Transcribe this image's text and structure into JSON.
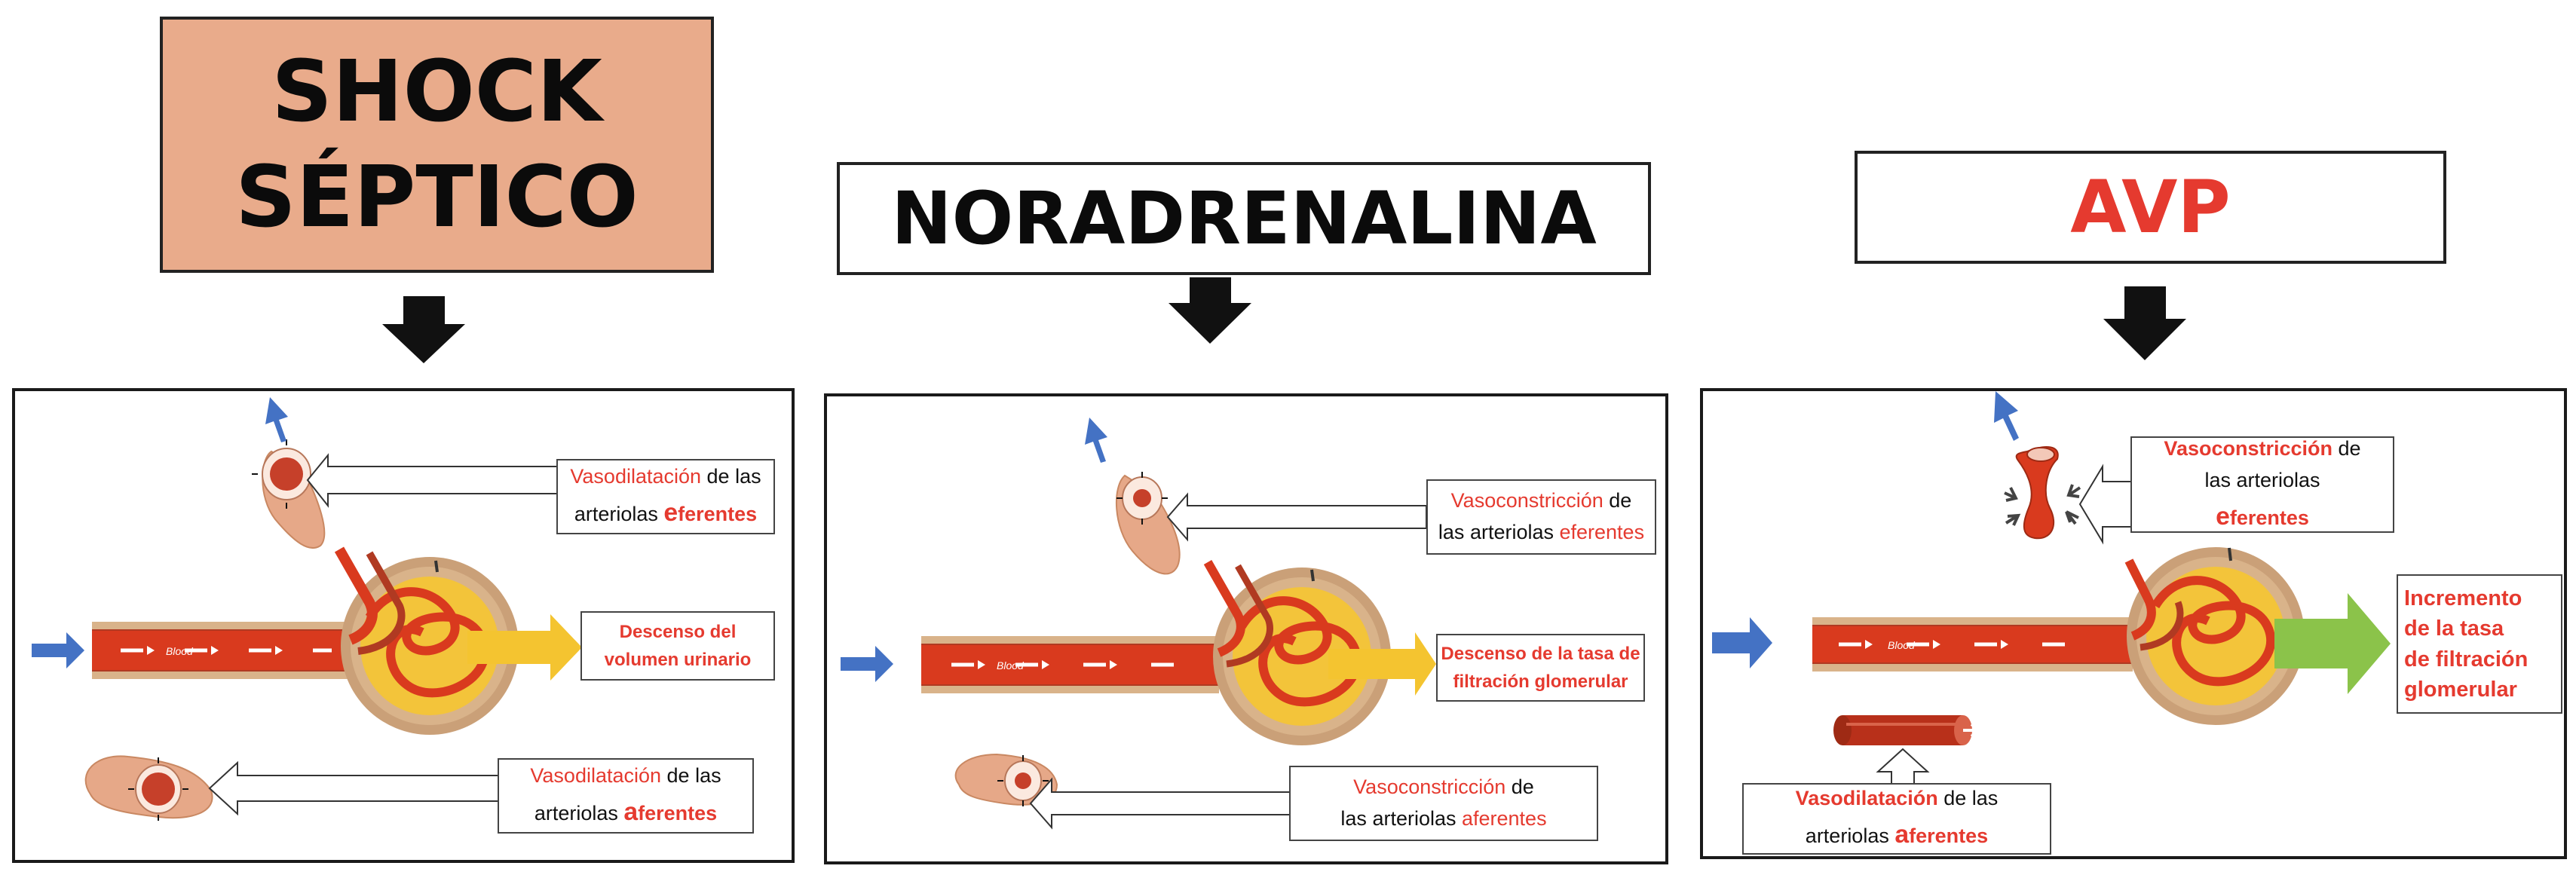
{
  "columns": [
    {
      "title": "SHOCK SÉPTICO",
      "title_line1": "SHOCK",
      "title_line2": "SÉPTICO",
      "title_bg": "#e9ab8b",
      "efferent": {
        "term": "Vasodilatación",
        "mid": " de las",
        "line2": "arteriolas ",
        "initial": "e",
        "rest": "ferentes"
      },
      "outcome_line1": "Descenso del",
      "outcome_line2": "volumen urinario",
      "afferent": {
        "term": "Vasodilatación",
        "mid": " de las",
        "line2": "arteriolas ",
        "initial": "a",
        "rest": "ferentes"
      }
    },
    {
      "title": "NORADRENALINA",
      "title_bg": "#ffffff",
      "efferent": {
        "term": "Vasoconstricción",
        "mid": " de",
        "line2": "las arteriolas ",
        "word": "eferentes"
      },
      "outcome_line1": "Descenso de la tasa de",
      "outcome_line2": "filtración glomerular",
      "afferent": {
        "term": "Vasoconstricción",
        "mid": " de",
        "line2": "las arteriolas ",
        "word": "aferentes"
      }
    },
    {
      "title": "AVP",
      "title_color": "#e53a2f",
      "title_bg": "#ffffff",
      "efferent": {
        "term": "Vasoconstricción",
        "mid": " de",
        "line2": "las arteriolas",
        "initial": "e",
        "rest": "ferentes"
      },
      "outcome_lines": [
        "Incremento",
        "de la tasa",
        "de filtración",
        "glomerular"
      ],
      "afferent": {
        "term": "Vasodilatación",
        "mid": " de las",
        "line2": "arteriolas ",
        "initial": "a",
        "rest": "ferentes"
      }
    }
  ],
  "vessel_text": "Blood",
  "colors": {
    "arrow_blue": "#4472c4",
    "arrow_yellow": "#f4c430",
    "arrow_green": "#8bc34a",
    "vessel_red": "#d93a1e",
    "glomerulus_yellow": "#f3c43a",
    "text_red": "#e53a2f"
  }
}
